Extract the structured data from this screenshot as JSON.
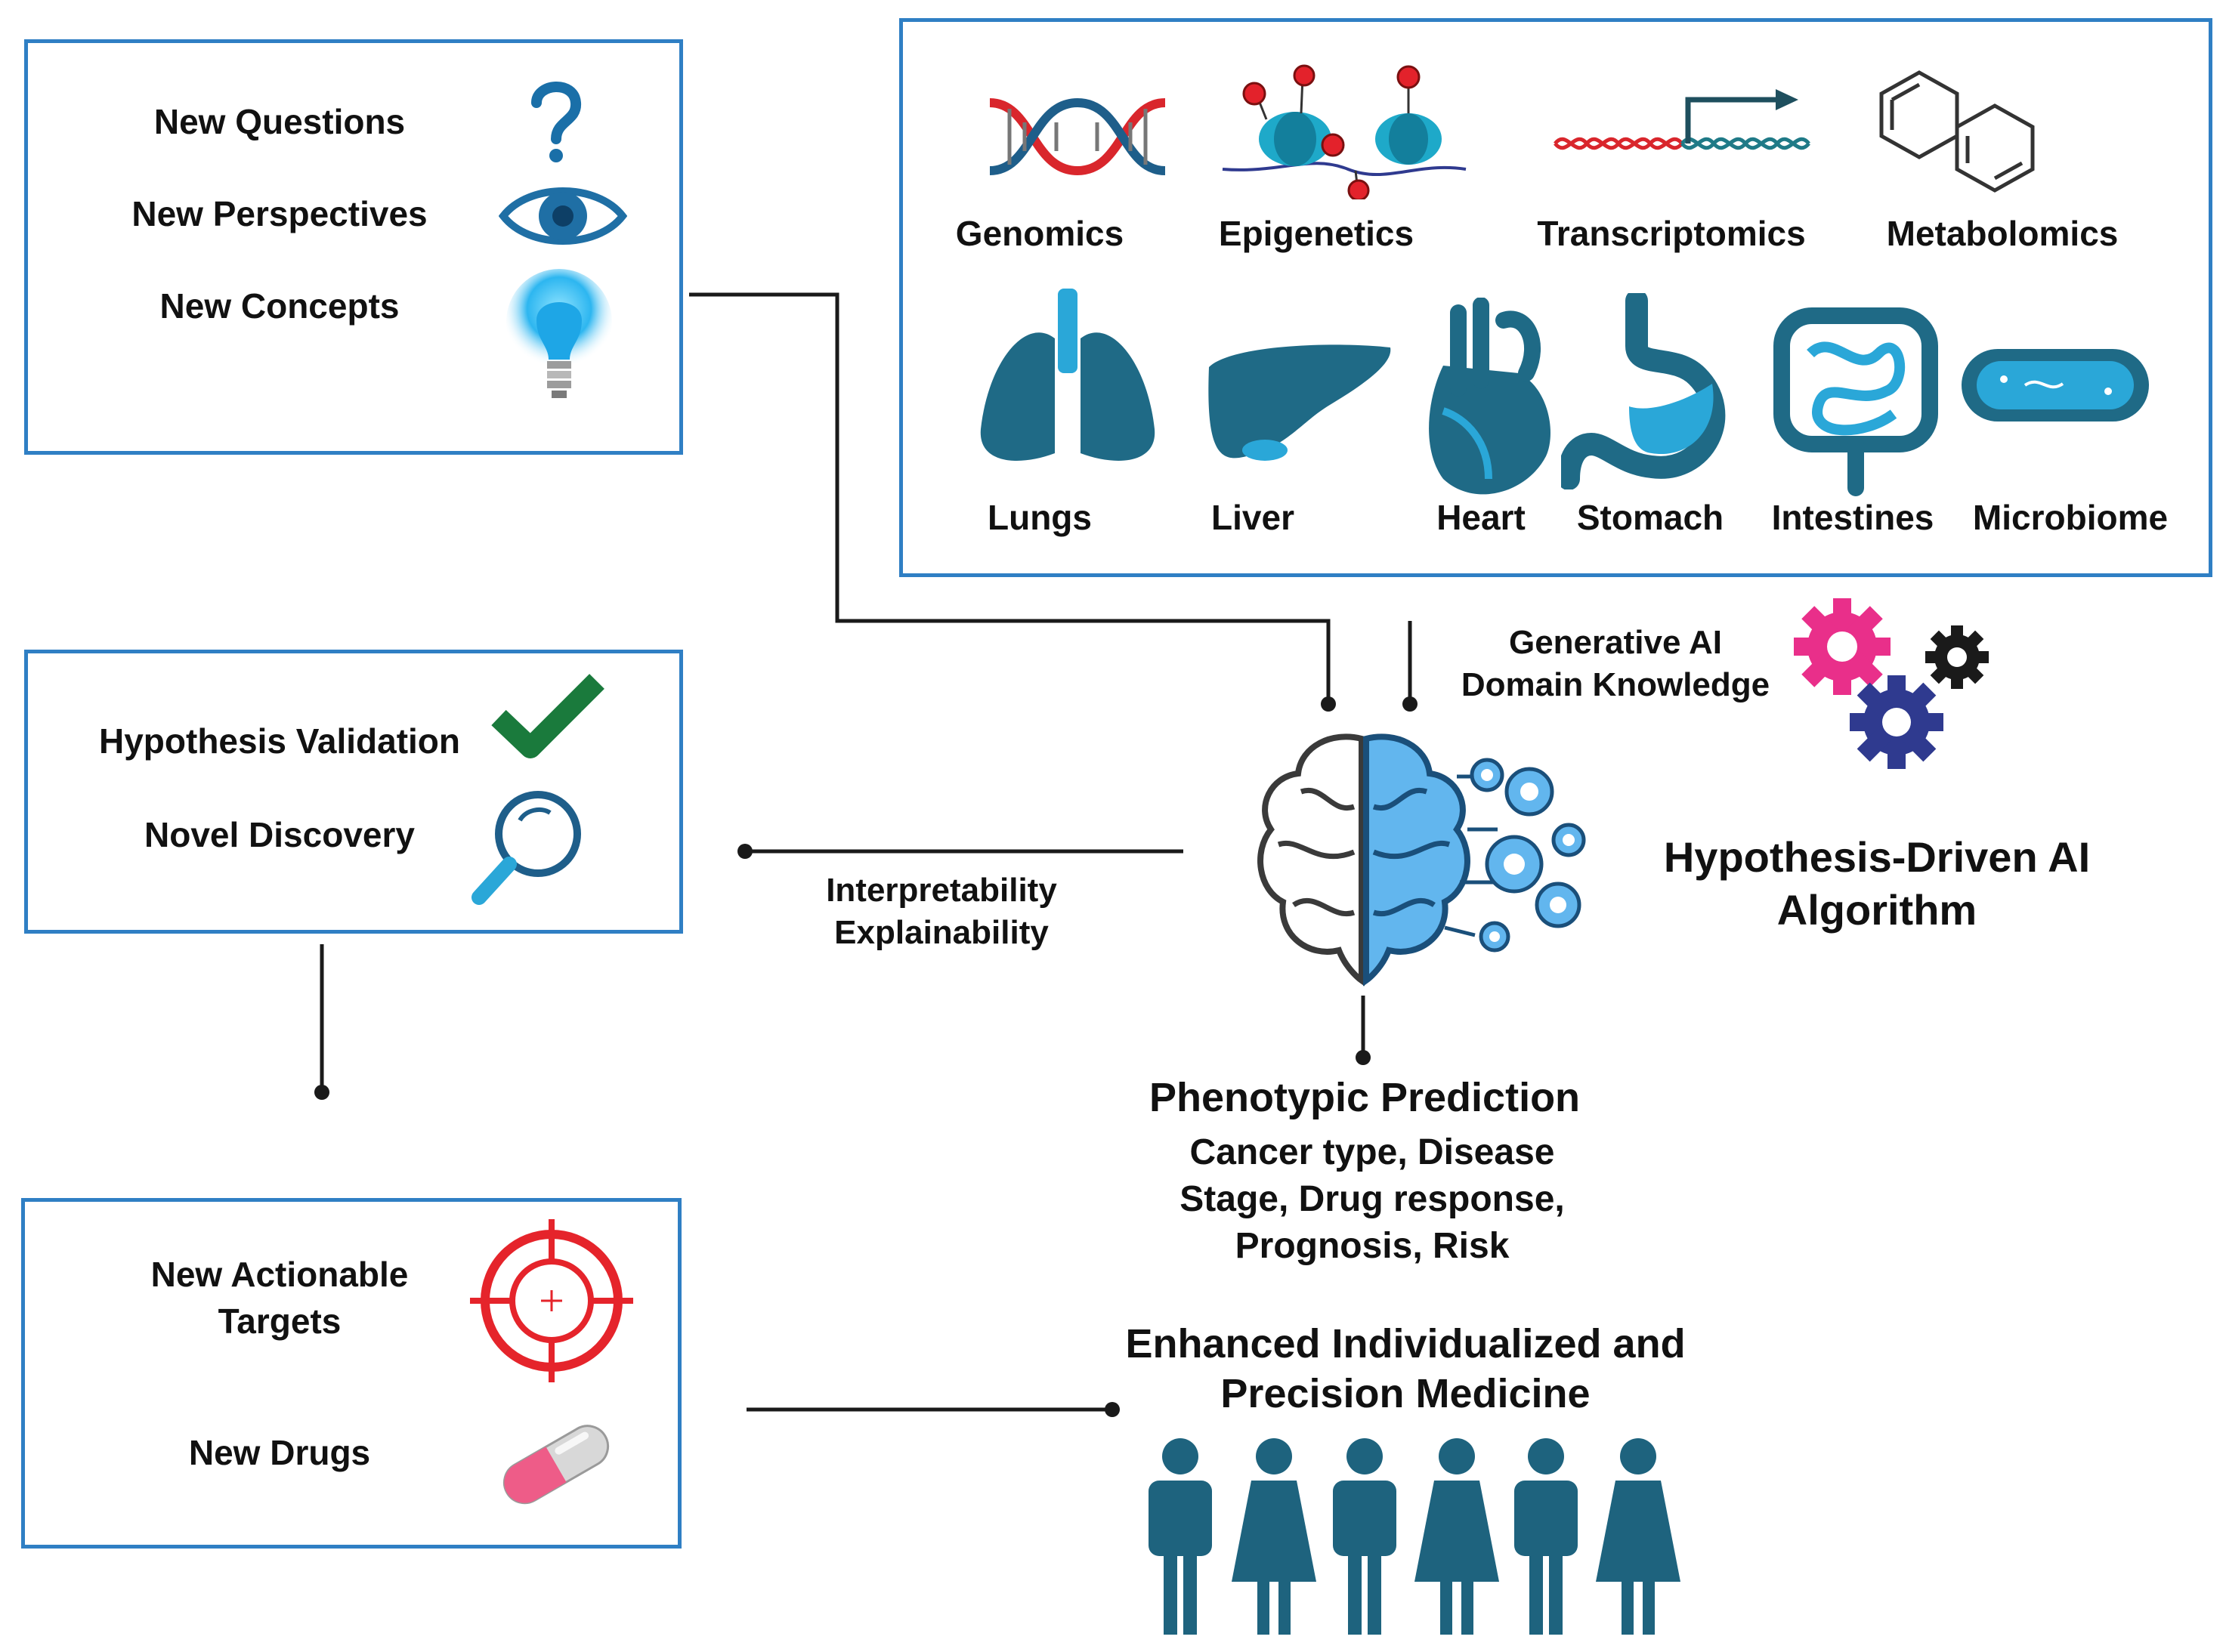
{
  "colors": {
    "box_border": "#2f7fc4",
    "organ_teal": "#1f6a86",
    "organ_light": "#2aa7d8",
    "dna_red": "#d9262c",
    "dna_blue": "#1e5e8a",
    "check_green": "#1a7a3c",
    "target_red": "#e5242b",
    "gear_pink": "#e92f8a",
    "gear_navy": "#2f3a8f",
    "brain_blue": "#62b6ee",
    "people_teal": "#1e637e"
  },
  "box_questions": {
    "items": [
      {
        "label": "New Questions",
        "icon": "question-mark-icon"
      },
      {
        "label": "New Perspectives",
        "icon": "eye-icon"
      },
      {
        "label": "New Concepts",
        "icon": "lightbulb-icon"
      }
    ]
  },
  "box_omics": {
    "row1": [
      {
        "label": "Genomics",
        "icon": "dna-helix-icon"
      },
      {
        "label": "Epigenetics",
        "icon": "nucleosome-methylation-icon"
      },
      {
        "label": "Transcriptomics",
        "icon": "transcription-arrow-icon"
      },
      {
        "label": "Metabolomics",
        "icon": "naphthalene-ring-icon"
      }
    ],
    "row2": [
      {
        "label": "Lungs",
        "icon": "lungs-icon"
      },
      {
        "label": "Liver",
        "icon": "liver-icon"
      },
      {
        "label": "Heart",
        "icon": "heart-icon"
      },
      {
        "label": "Stomach",
        "icon": "stomach-icon"
      },
      {
        "label": "Intestines",
        "icon": "intestines-icon"
      },
      {
        "label": "Microbiome",
        "icon": "bacterium-icon"
      }
    ]
  },
  "generative": {
    "line1": "Generative AI",
    "line2": "Domain Knowledge"
  },
  "algorithm": {
    "line1": "Hypothesis-Driven AI",
    "line2": "Algorithm"
  },
  "interpret": {
    "line1": "Interpretability",
    "line2": "Explainability"
  },
  "box_validation": {
    "items": [
      {
        "label": "Hypothesis Validation",
        "icon": "checkmark-icon"
      },
      {
        "label": "Novel Discovery",
        "icon": "magnifier-icon"
      }
    ]
  },
  "phenotypic": {
    "title": "Phenotypic Prediction",
    "line1": "Cancer type, Disease",
    "line2": "Stage, Drug response,",
    "line3": "Prognosis, Risk"
  },
  "medicine": {
    "line1": "Enhanced Individualized and",
    "line2": "Precision Medicine"
  },
  "box_targets": {
    "items": [
      {
        "label_line1": "New Actionable",
        "label_line2": "Targets",
        "icon": "target-crosshair-icon"
      },
      {
        "label": "New Drugs",
        "icon": "pill-capsule-icon"
      }
    ]
  }
}
